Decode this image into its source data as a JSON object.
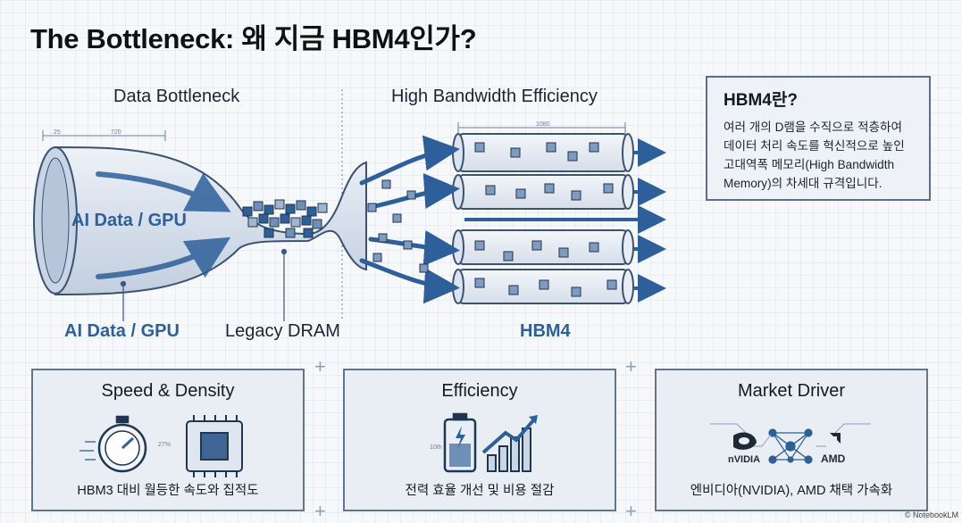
{
  "title": "The Bottleneck: 왜 지금 HBM4인가?",
  "diagram": {
    "left_heading": "Data Bottleneck",
    "right_heading": "High Bandwidth Efficiency",
    "pipe_label": "AI Data / GPU",
    "bottom_left_label": "AI Data / GPU",
    "bottom_mid_label": "Legacy DRAM",
    "bottom_right_label": "HBM4",
    "dim_left": "25",
    "dim_mid": "720",
    "dim_right": "1080"
  },
  "info": {
    "heading": "HBM4란?",
    "lines": [
      "여러 개의 D램을 수직으로 적층하여",
      "데이터 처리 속도를 혁신적으로 높인",
      "고대역폭 메모리(High Bandwidth",
      "Memory)의 차세대 규격입니다."
    ]
  },
  "cards": [
    {
      "title": "Speed & Density",
      "caption": "HBM3 대비 월등한 속도와 집적도",
      "dim": "27%"
    },
    {
      "title": "Efficiency",
      "caption": "전력 효율 개선 및 비용 절감",
      "dim": "10th"
    },
    {
      "title": "Market Driver",
      "caption": "엔비디아(NVIDIA), AMD 채택 가속화",
      "logo_left": "nVIDIA",
      "logo_right": "AMD"
    }
  ],
  "watermark": "© NotebookLM",
  "colors": {
    "accent": "#2d5f9a",
    "pipe": "#dbe3ee",
    "outline": "#3b5270"
  }
}
